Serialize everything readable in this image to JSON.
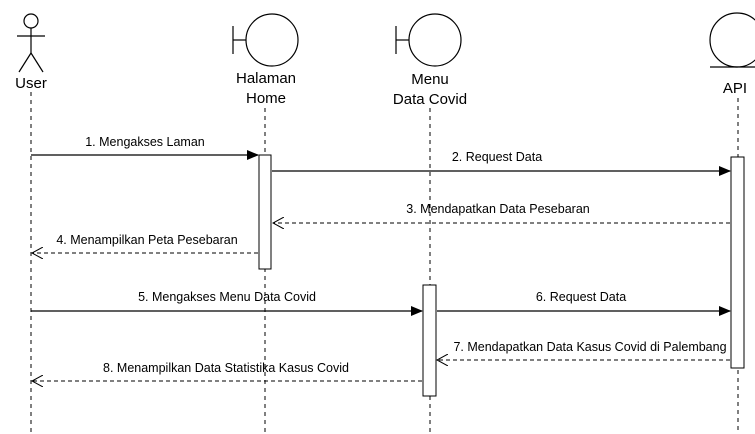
{
  "diagram": {
    "type": "sequence",
    "participants": [
      {
        "id": "user",
        "kind": "actor",
        "label_lines": [
          "User"
        ]
      },
      {
        "id": "home",
        "kind": "boundary",
        "label_lines": [
          "Halaman",
          "Home"
        ]
      },
      {
        "id": "menu",
        "kind": "boundary",
        "label_lines": [
          "Menu",
          "Data Covid"
        ]
      },
      {
        "id": "api",
        "kind": "entity",
        "label_lines": [
          "API"
        ]
      }
    ],
    "messages": [
      {
        "number": 1,
        "label": "1. Mengakses Laman",
        "from": "user",
        "to": "home",
        "style": "sync"
      },
      {
        "number": 2,
        "label": "2. Request Data",
        "from": "home",
        "to": "api",
        "style": "sync"
      },
      {
        "number": 3,
        "label": "3. Mendapatkan Data Pesebaran",
        "from": "api",
        "to": "home",
        "style": "return"
      },
      {
        "number": 4,
        "label": "4. Menampilkan Peta Pesebaran",
        "from": "home",
        "to": "user",
        "style": "return"
      },
      {
        "number": 5,
        "label": "5. Mengakses Menu Data Covid",
        "from": "user",
        "to": "menu",
        "style": "sync"
      },
      {
        "number": 6,
        "label": "6. Request Data",
        "from": "menu",
        "to": "api",
        "style": "sync"
      },
      {
        "number": 7,
        "label": "7. Mendapatkan Data Kasus Covid di Palembang",
        "from": "api",
        "to": "menu",
        "style": "return"
      },
      {
        "number": 8,
        "label": "8. Menampilkan Data Statistika Kasus Covid",
        "from": "menu",
        "to": "user",
        "style": "return"
      }
    ],
    "colors": {
      "line": "#000000",
      "background": "#ffffff"
    }
  }
}
